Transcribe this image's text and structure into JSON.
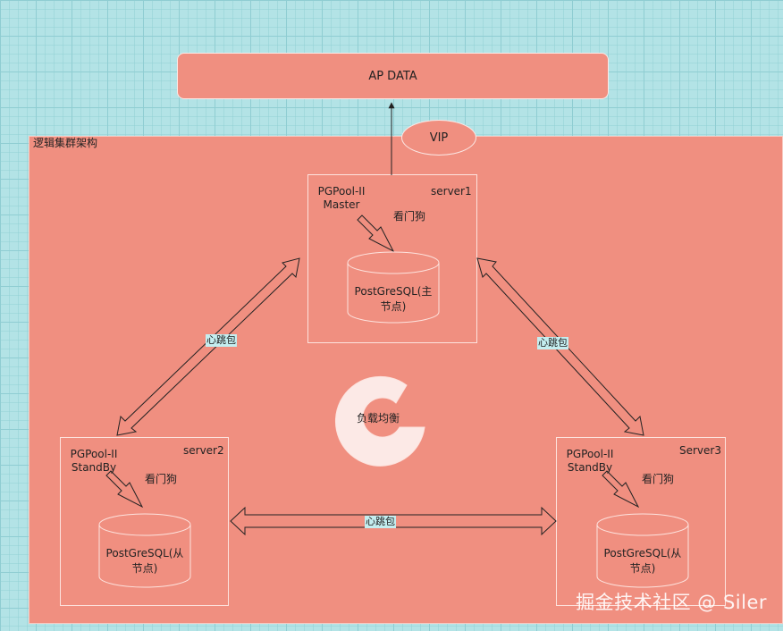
{
  "ap_data": "AP DATA",
  "vip": "VIP",
  "cluster": {
    "title": "逻辑集群架构"
  },
  "load_balance": "负载均衡",
  "heartbeat": "心跳包",
  "servers": [
    {
      "name": "server1",
      "pool_line1": "PGPool-II",
      "pool_line2": "Master",
      "watchdog": "看门狗",
      "db_line1": "PostGreSQL(主",
      "db_line2": "节点)"
    },
    {
      "name": "server2",
      "pool_line1": "PGPool-II",
      "pool_line2": "StandBy",
      "watchdog": "看门狗",
      "db_line1": "PostGreSQL(从",
      "db_line2": "节点)"
    },
    {
      "name": "Server3",
      "pool_line1": "PGPool-II",
      "pool_line2": "StandBy",
      "watchdog": "看门狗",
      "db_line1": "PostGreSQL(从",
      "db_line2": "节点)"
    }
  ],
  "watermark": "掘金技术社区 @ Siler"
}
